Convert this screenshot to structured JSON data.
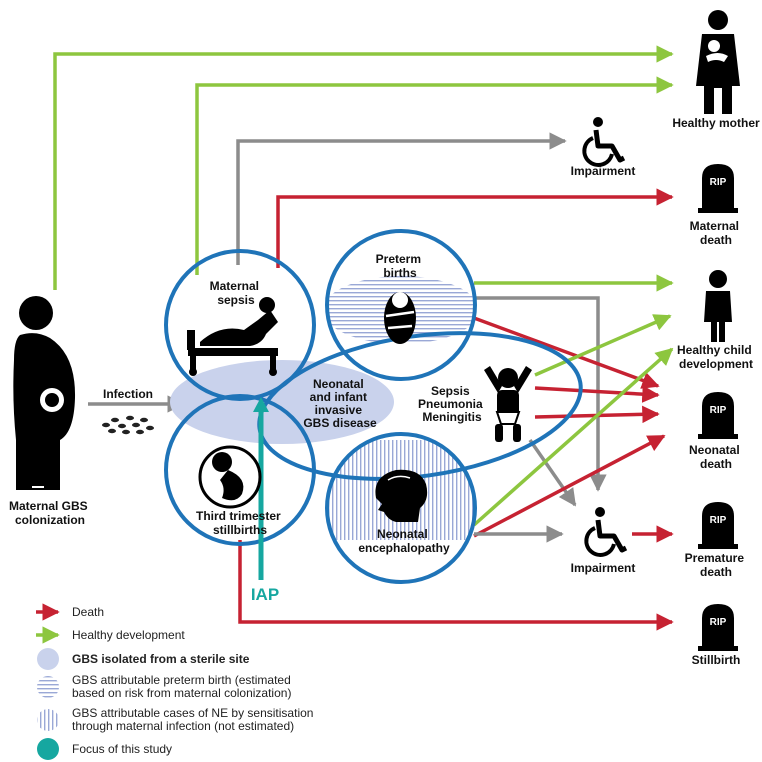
{
  "colors": {
    "death": "#c62232",
    "healthy": "#8dc63f",
    "gray": "#8c8c8c",
    "circle": "#1f74b8",
    "gbs_fill": "#c9d2ec",
    "iap": "#16a7a0"
  },
  "labels": {
    "maternal_colonization": [
      "Maternal GBS",
      "colonization"
    ],
    "infection": "Infection",
    "maternal_sepsis": [
      "Maternal",
      "sepsis"
    ],
    "third_trimester": [
      "Third trimester",
      "stillbirths"
    ],
    "preterm": [
      "Preterm",
      "births"
    ],
    "neonatal_disease": [
      "Neonatal",
      "and infant",
      "invasive",
      "GBS disease"
    ],
    "sepsis_list": [
      "Sepsis",
      "Pneumonia",
      "Meningitis"
    ],
    "encephalopathy": [
      "Neonatal",
      "encephalopathy"
    ],
    "iap": "IAP",
    "impairment_top": "Impairment",
    "impairment_bottom": "Impairment",
    "rip": "RIP"
  },
  "outcomes": {
    "healthy_mother": "Healthy mother",
    "maternal_death": [
      "Maternal",
      "death"
    ],
    "healthy_child": [
      "Healthy child",
      "development"
    ],
    "neonatal_death": [
      "Neonatal",
      "death"
    ],
    "premature_death": [
      "Premature",
      "death"
    ],
    "stillbirth": "Stillbirth"
  },
  "legend": {
    "death": "Death",
    "healthy": "Healthy development",
    "gbs_isolated": "GBS isolated from a sterile site",
    "preterm_attr": [
      "GBS attributable preterm birth (estimated",
      "based on risk from maternal colonization)"
    ],
    "ne_attr": [
      "GBS attributable cases of NE by sensitisation",
      "through maternal infection (not estimated)"
    ],
    "focus": "Focus of this study"
  },
  "icons": [
    "pregnant-woman-icon",
    "bacteria-icon",
    "bed-patient-icon",
    "fetus-icon",
    "swaddled-baby-icon",
    "infant-icon",
    "child-head-icon",
    "wheelchair-icon",
    "mother-baby-icon",
    "child-icon",
    "tombstone-icon"
  ]
}
